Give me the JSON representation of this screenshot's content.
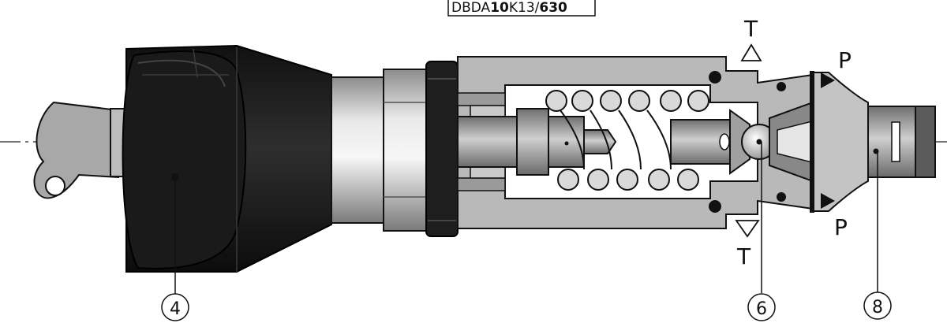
{
  "header": {
    "code_prefix": "DBDA",
    "code_size": "10",
    "code_mid": "K13/",
    "code_pressure": "630"
  },
  "ports": {
    "t_top": "T",
    "t_bottom": "T",
    "p_top": "P",
    "p_bottom": "P"
  },
  "callouts": [
    {
      "label": "4",
      "part": "knob"
    },
    {
      "label": "6",
      "part": "ball"
    },
    {
      "label": "8",
      "part": "nozzle"
    }
  ],
  "colors": {
    "outline": "#111111",
    "body_gray": "#b8b8b8",
    "section_dark": "#8a8a8a",
    "knob_black": "#1e1e1e",
    "key_gray": "#a9a9a9"
  }
}
